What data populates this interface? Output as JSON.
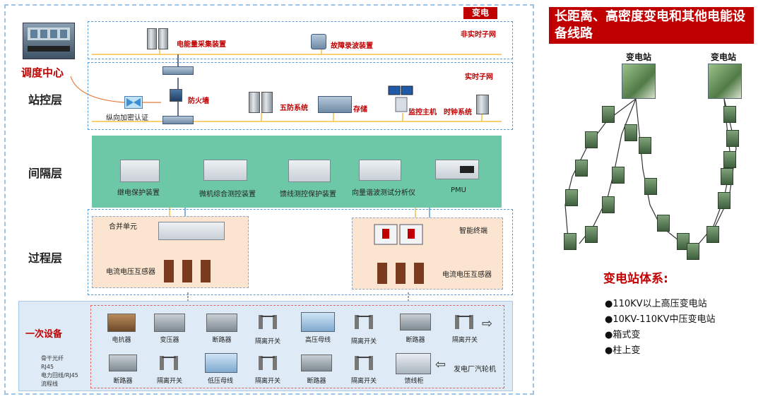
{
  "left": {
    "tag": "变电",
    "dispatch_center": "调度中心",
    "layers": {
      "station": "站控层",
      "bay": "间隔层",
      "process": "过程层"
    },
    "non_rt_net": "非实时子网",
    "rt_net": "实时子网",
    "non_rt_devices": [
      "电能量采集装置",
      "故障录波装置"
    ],
    "station_devices": {
      "firewall": "防火墙",
      "encrypt": "纵向加密认证",
      "wufang": "五防系统",
      "storage": "存储",
      "monitor": "监控主机",
      "clock": "时钟系统"
    },
    "bay_devices": [
      "继电保护装置",
      "微机综合测控装置",
      "馈线测控保护装置",
      "向量谐波测试分析仪",
      "PMU"
    ],
    "process": {
      "merge_unit": "合并单元",
      "ct_vt_left": "电流电压互感器",
      "smart_terminal": "智能终端",
      "ct_vt_right": "电流电压互感器"
    },
    "primary": {
      "title": "一次设备",
      "legend": [
        "骨干光纤",
        "RJ45",
        "电力回线/RJ45",
        "流程线"
      ],
      "legend_colors": [
        "#e67c3c",
        "#f5c046",
        "#2f3f6f",
        "#7030a0"
      ],
      "row1": [
        "电抗器",
        "变压器",
        "断路器",
        "隔离开关",
        "高压母线",
        "隔离开关",
        "断路器",
        "隔离开关"
      ],
      "row2": [
        "断路器",
        "隔离开关",
        "低压母线",
        "隔离开关",
        "断路器",
        "隔离开关",
        "馈线柜"
      ],
      "generator": "发电厂汽轮机",
      "arrow_right": "⇨",
      "arrow_left": "⇦"
    }
  },
  "right": {
    "title": "长距离、高密度变电和其他电能设备线路",
    "station_label_1": "变电站",
    "station_label_2": "变电站",
    "system_title": "变电站体系:",
    "bullets": [
      "●110KV以上高压变电站",
      "●10KV-110KV中压变电站",
      "●箱式变",
      "●柱上变"
    ]
  },
  "colors": {
    "accent_red": "#c00000",
    "teal": "#6cc8a6",
    "beige": "#fbe5d0",
    "primary_bg": "#deebf7"
  }
}
